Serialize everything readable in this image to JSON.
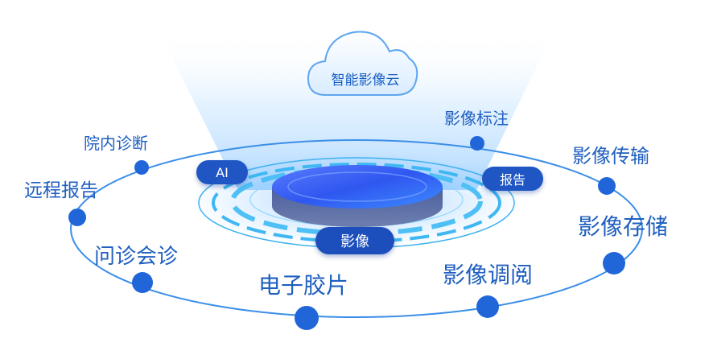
{
  "cloud": {
    "label": "智能影像云"
  },
  "core": {
    "badges": {
      "ai": "AI",
      "report": "报告",
      "image": "影像"
    }
  },
  "ring": {
    "nodes": [
      {
        "key": "yuannei",
        "label": "院内诊断"
      },
      {
        "key": "yuancheng",
        "label": "远程报告"
      },
      {
        "key": "wenzhen",
        "label": "问诊会诊"
      },
      {
        "key": "dianzi",
        "label": "电子胶片"
      },
      {
        "key": "tiaoyue",
        "label": "影像调阅"
      },
      {
        "key": "cunchu",
        "label": "影像存储"
      },
      {
        "key": "chuanshu",
        "label": "影像传输"
      },
      {
        "key": "biaozhu",
        "label": "影像标注"
      }
    ]
  },
  "colors": {
    "accent": "#1f5fbf",
    "dot": "#2166d9",
    "ring": "#3b8ee8",
    "pill": "#1f56c4"
  }
}
